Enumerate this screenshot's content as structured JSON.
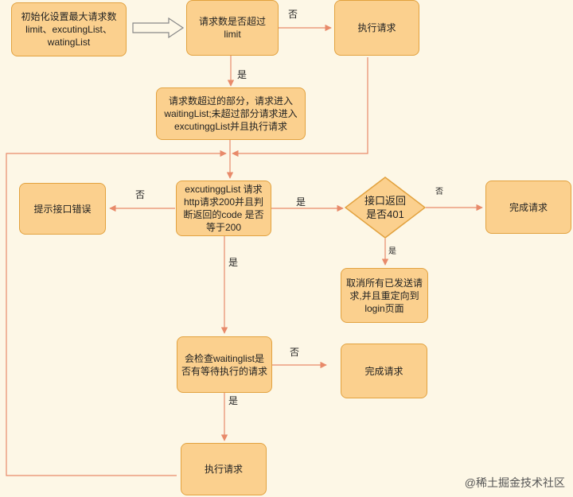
{
  "nodes": {
    "init": "初始化设置最大请求数\nlimit、excutingList、\nwatingList",
    "check_limit": "请求数是否超过\nlimit",
    "execute_top": "执行请求",
    "overflow": "请求数超过的部分，请求进入\nwaitingList;未超过部分请求进入\nexcutinggList并且执行请求",
    "check_200": "excutinggList 请求\nhttp请求200并且判\n断返回的code 是否\n等于200",
    "show_error": "提示接口错误",
    "check_401": "接口返回\n是否401",
    "complete_top": "完成请求",
    "cancel_redirect": "取消所有已发送请\n求,并且重定向到\nlogin页面",
    "check_waiting": "会检查waitinglist是\n否有等待执行的请求",
    "complete_mid": "完成请求",
    "execute_bottom": "执行请求"
  },
  "edge_labels": {
    "limit_no": "否",
    "limit_yes": "是",
    "c200_no": "否",
    "c200_yes_right": "是",
    "c200_yes_down": "是",
    "c401_no": "否",
    "c401_yes": "是",
    "waiting_no": "否",
    "waiting_yes": "是"
  },
  "watermark": "@稀土掘金技术社区",
  "colors": {
    "background": "#fdf7e6",
    "node_fill": "#fbd08e",
    "node_border": "#e2a23f",
    "edge": "#e88a6a"
  }
}
